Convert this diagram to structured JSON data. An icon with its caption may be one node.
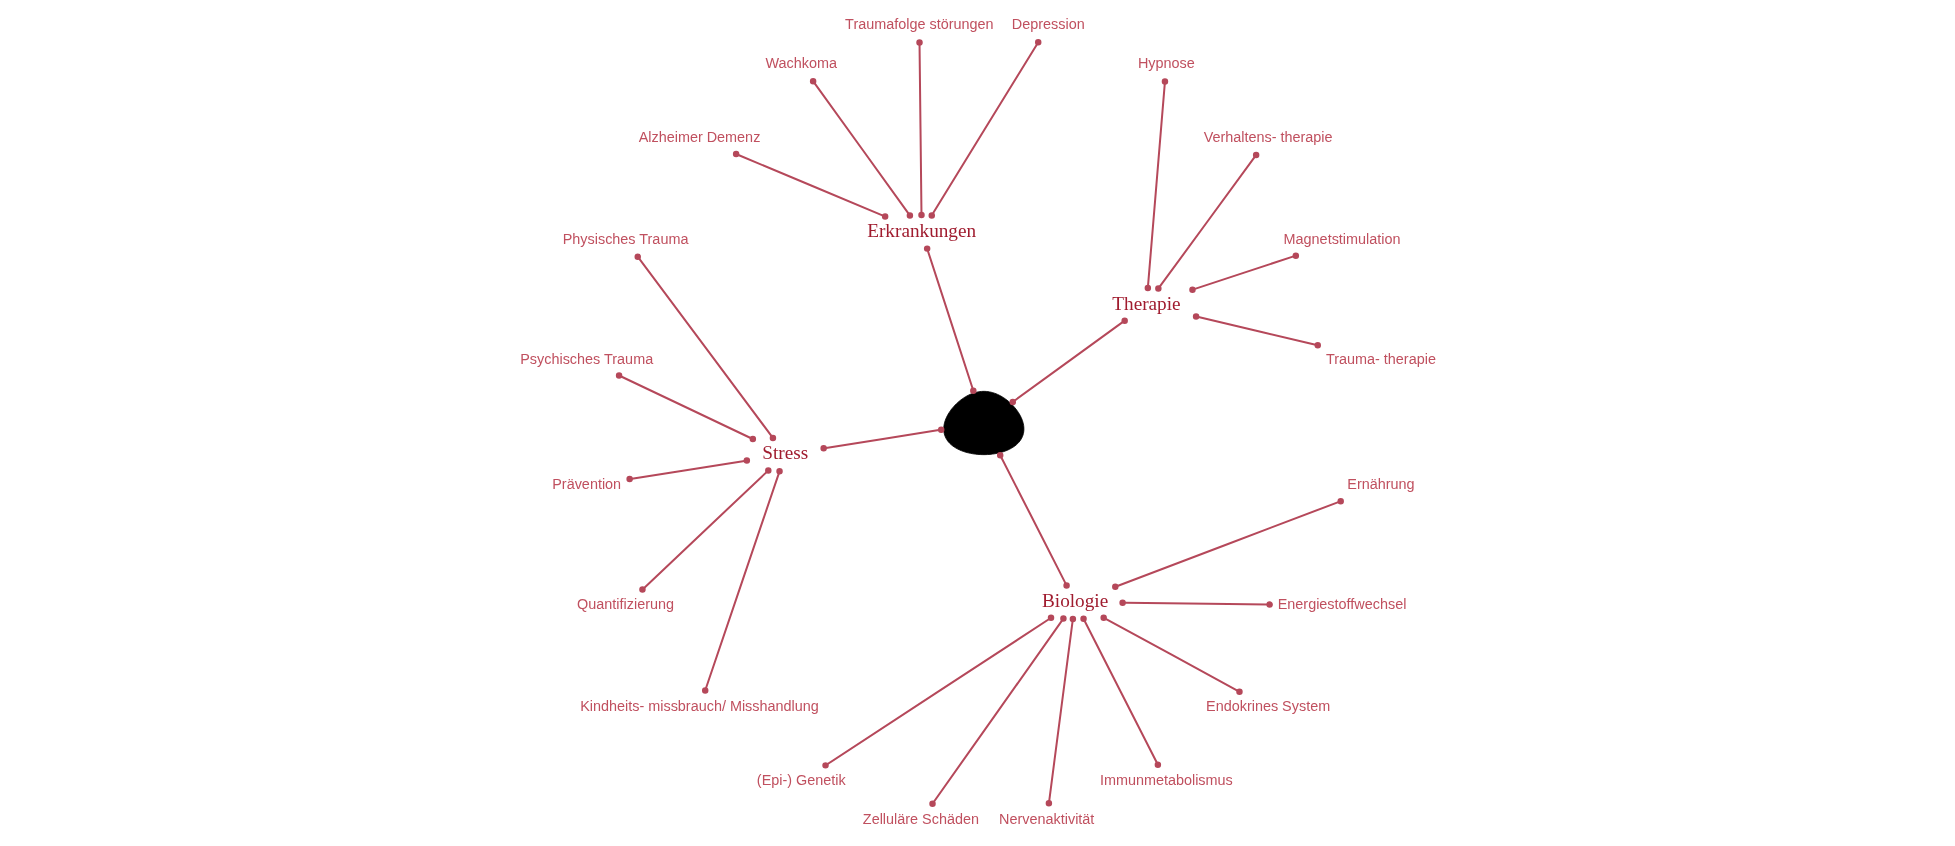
{
  "diagram": {
    "nodes": [
      {
        "text": [],
        "shape": "picture"
      },
      {
        "text": [
          "Therapie"
        ]
      },
      {
        "text": [
          "Trauma- therapie"
        ]
      },
      {
        "text": [
          "Magnetstimulation"
        ]
      },
      {
        "text": [
          "Verhaltens- therapie"
        ]
      },
      {
        "text": [
          "Hypnose"
        ]
      },
      {
        "text": [
          "Erkrankungen"
        ]
      },
      {
        "text": [
          "Depression"
        ]
      },
      {
        "text": [
          "Traumafolge störungen"
        ]
      },
      {
        "text": [
          "Wachkoma"
        ]
      },
      {
        "text": [
          "Alzheimer Demenz"
        ]
      },
      {
        "text": [
          "Stress"
        ]
      },
      {
        "text": [
          "Physisches Trauma"
        ]
      },
      {
        "text": [
          "Psychisches Trauma"
        ]
      },
      {
        "text": [
          "Prävention"
        ]
      },
      {
        "text": [
          "Quantifizierung"
        ]
      },
      {
        "text": [
          "Kindheits- missbrauch/ Misshandlung"
        ]
      },
      {
        "text": [
          "Biologie"
        ]
      },
      {
        "text": [
          "(Epi-) Genetik"
        ]
      },
      {
        "text": [
          "Zelluläre Schäden"
        ]
      },
      {
        "text": [
          "Nervenaktivität"
        ]
      },
      {
        "text": [
          "Immunmetabolismus"
        ]
      },
      {
        "text": [
          "Endokrines System"
        ]
      },
      {
        "text": [
          "Energiestoffwechsel"
        ]
      },
      {
        "text": [
          "Ernährung"
        ]
      }
    ],
    "edges": [
      {
        "from": 1,
        "to": 0,
        "arrow": "other"
      },
      {
        "from": 6,
        "to": 0,
        "arrow": "other"
      },
      {
        "from": 11,
        "to": 0,
        "arrow": "other"
      },
      {
        "from": 17,
        "to": 0,
        "arrow": "other"
      },
      {
        "from": 1,
        "to": 2,
        "arrow": "other"
      },
      {
        "from": 1,
        "to": 3,
        "arrow": "other"
      },
      {
        "from": 1,
        "to": 4,
        "arrow": "other"
      },
      {
        "from": 1,
        "to": 5,
        "arrow": "other"
      },
      {
        "from": 6,
        "to": 7,
        "arrow": "other"
      },
      {
        "from": 6,
        "to": 8,
        "arrow": "other"
      },
      {
        "from": 6,
        "to": 9,
        "arrow": "other"
      },
      {
        "from": 6,
        "to": 10,
        "arrow": "other"
      },
      {
        "from": 11,
        "to": 12,
        "arrow": "other"
      },
      {
        "from": 11,
        "to": 13,
        "arrow": "other"
      },
      {
        "from": 11,
        "to": 14,
        "arrow": "other"
      },
      {
        "from": 11,
        "to": 15,
        "arrow": "other"
      },
      {
        "from": 11,
        "to": 16,
        "arrow": "other"
      },
      {
        "from": 17,
        "to": 18,
        "arrow": "other"
      },
      {
        "from": 17,
        "to": 19,
        "arrow": "other"
      },
      {
        "from": 17,
        "to": 20,
        "arrow": "other"
      },
      {
        "from": 17,
        "to": 21,
        "arrow": "other"
      },
      {
        "from": 17,
        "to": 22,
        "arrow": "other"
      },
      {
        "from": 17,
        "to": 23,
        "arrow": "other"
      },
      {
        "from": 17,
        "to": 24,
        "arrow": "other"
      }
    ]
  }
}
